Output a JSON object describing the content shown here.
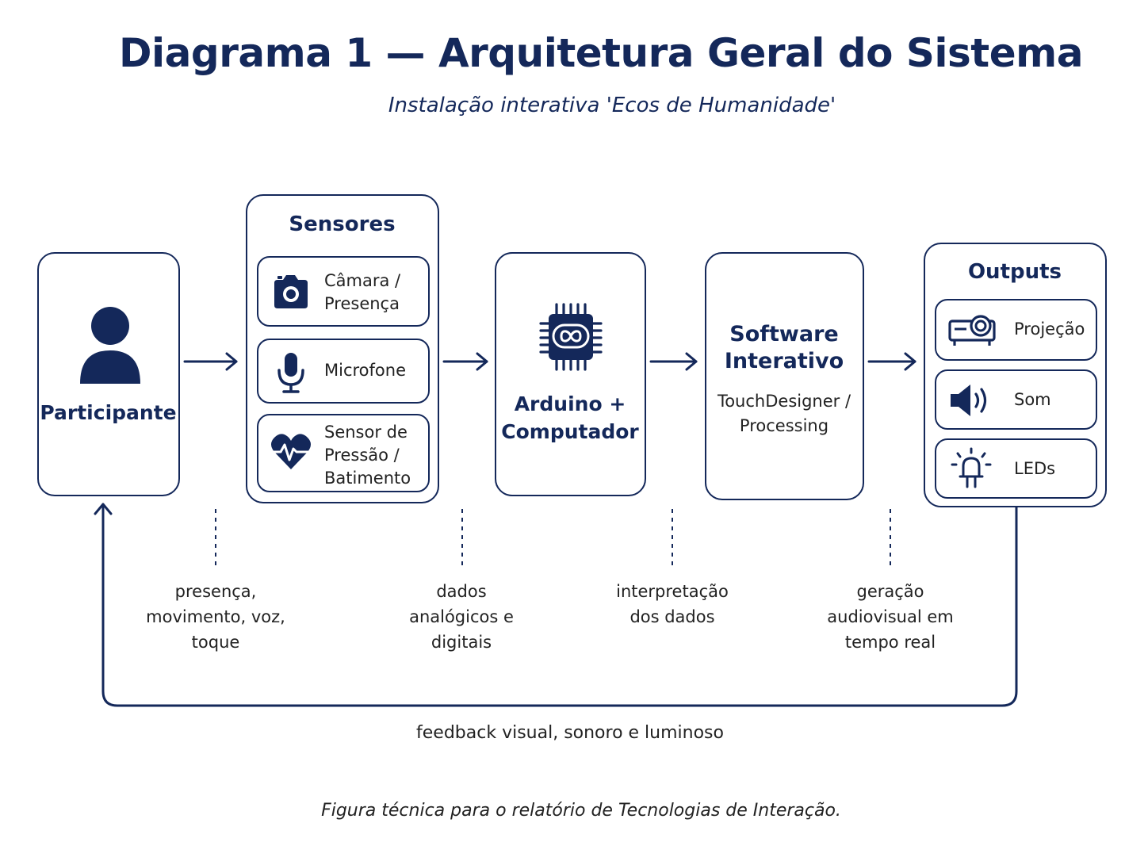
{
  "title": "Diagrama 1 — Arquitetura Geral do Sistema",
  "subtitle": "Instalação interativa 'Ecos de Humanidade'",
  "participant": {
    "label": "Participante",
    "icon": "person-icon"
  },
  "sensors": {
    "title": "Sensores",
    "items": [
      {
        "line1": "Câmara /",
        "line2": "Presença",
        "line3": "",
        "icon": "camera-icon"
      },
      {
        "line1": "Microfone",
        "line2": "",
        "line3": "",
        "icon": "microphone-icon"
      },
      {
        "line1": "Sensor de",
        "line2": "Pressão /",
        "line3": "Batimento",
        "icon": "heartbeat-icon"
      }
    ]
  },
  "processor": {
    "line1": "Arduino +",
    "line2": "Computador",
    "icon": "chip-icon"
  },
  "software": {
    "title1": "Software",
    "title2": "Interativo",
    "sub1": "TouchDesigner /",
    "sub2": "Processing"
  },
  "outputs": {
    "title": "Outputs",
    "items": [
      {
        "label": "Projeção",
        "icon": "projector-icon"
      },
      {
        "label": "Som",
        "icon": "speaker-icon"
      },
      {
        "label": "LEDs",
        "icon": "led-icon"
      }
    ]
  },
  "annotations": [
    {
      "line1": "presença,",
      "line2": "movimento, voz,",
      "line3": "toque"
    },
    {
      "line1": "dados",
      "line2": "analógicos e",
      "line3": "digitais"
    },
    {
      "line1": "interpretação",
      "line2": "dos dados",
      "line3": ""
    },
    {
      "line1": "geração",
      "line2": "audiovisual em",
      "line3": "tempo real"
    }
  ],
  "feedback": "feedback visual, sonoro e luminoso",
  "footer": "Figura técnica para o relatório de Tecnologias de Interação.",
  "colors": {
    "navy": "#14285a",
    "text": "#222222",
    "background": "#ffffff"
  }
}
